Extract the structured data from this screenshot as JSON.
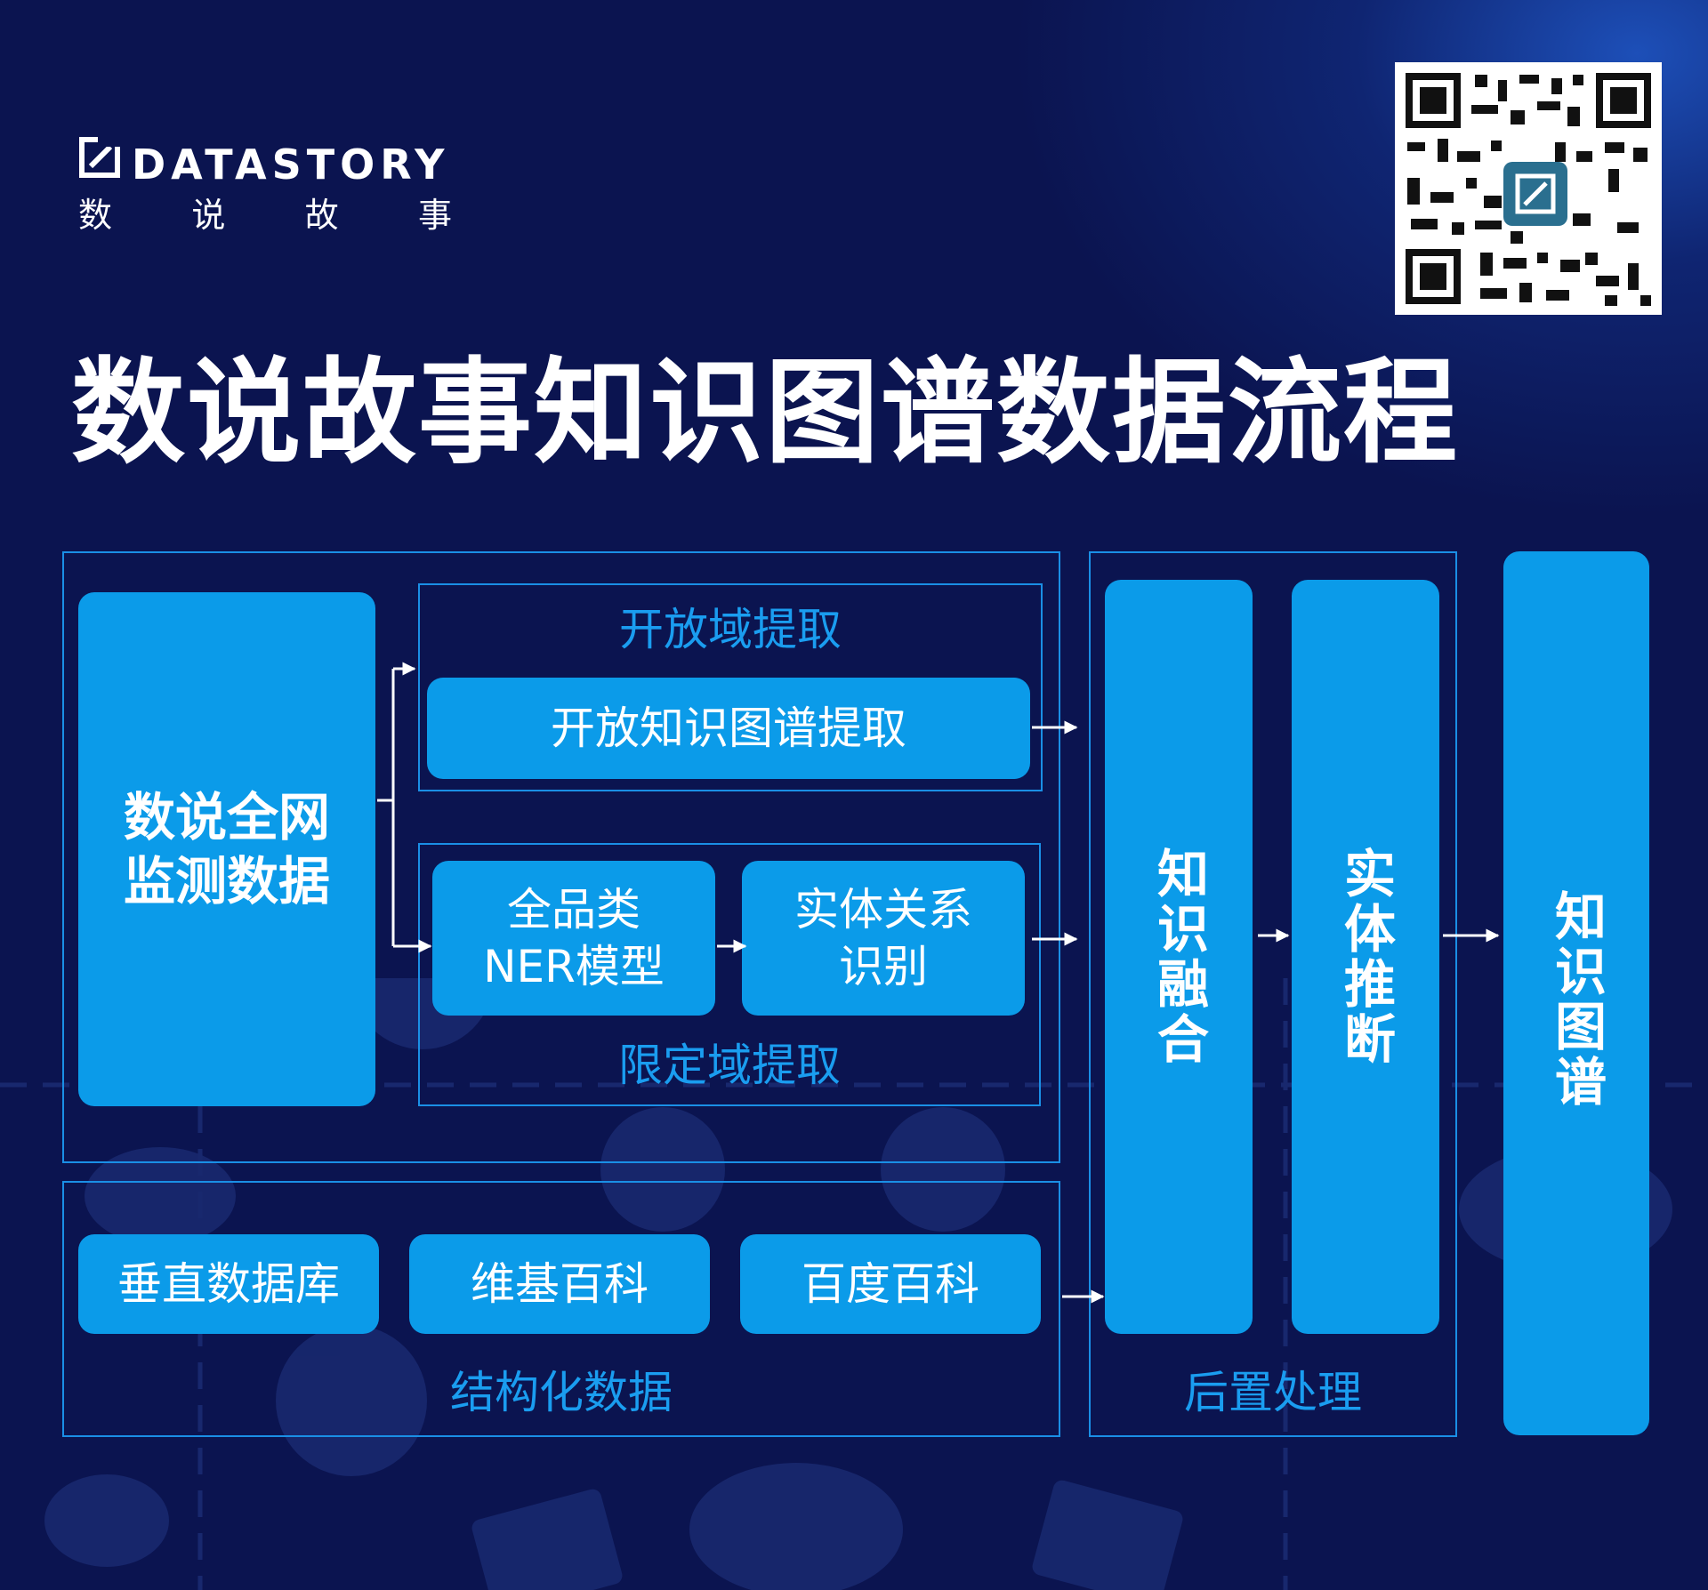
{
  "logo": {
    "en": "DATASTORY",
    "cn": [
      "数",
      "说",
      "故",
      "事"
    ]
  },
  "title": "数说故事知识图谱数据流程",
  "source_block": "数说全网监测数据",
  "open_domain": {
    "label": "开放域提取",
    "block": "开放知识图谱提取"
  },
  "limited_domain": {
    "label": "限定域提取",
    "ner_block": "全品类NER模型",
    "relation_block": "实体关系识别"
  },
  "structured": {
    "label": "结构化数据",
    "items": [
      "垂直数据库",
      "维基百科",
      "百度百科"
    ]
  },
  "post_processing": {
    "label": "后置处理",
    "fusion": "知识融合",
    "inference": "实体推断"
  },
  "output_block": "知识图谱",
  "colors": {
    "background": "#0b1450",
    "accent_block": "#0b9be9",
    "frame": "#1a8fe6",
    "label_text": "#1a9df0"
  },
  "icons": [
    "qr-code-icon",
    "arrow-right-icon",
    "logo-mark-icon"
  ]
}
